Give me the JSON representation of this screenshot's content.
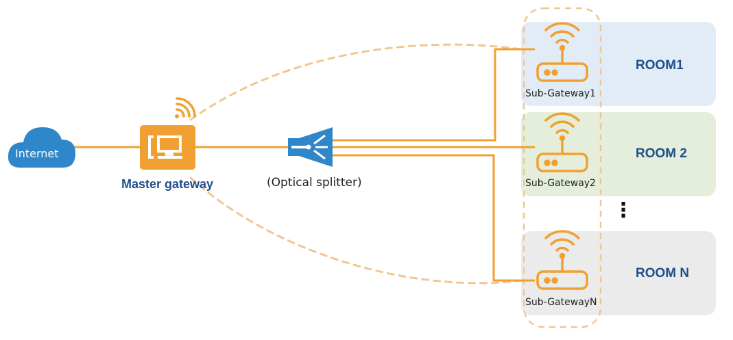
{
  "colors": {
    "orange": "#F0A030",
    "blue": "#2F86C8",
    "label_blue": "#1F4E8C",
    "room1_bg": "#E2ECF6",
    "room2_bg": "#E4EEDA",
    "roomN_bg": "#EBEBEB"
  },
  "internet": {
    "label": "Internet",
    "icon": "cloud-icon"
  },
  "master": {
    "label": "Master gateway",
    "icon": "gateway-icon"
  },
  "splitter": {
    "label": "(Optical splitter)",
    "icon": "splitter-icon"
  },
  "ellipsis": "⋮",
  "rooms": [
    {
      "label": "ROOM1",
      "sub_label": "Sub-Gateway1"
    },
    {
      "label": "ROOM 2",
      "sub_label": "Sub-Gateway2"
    },
    {
      "label": "ROOM N",
      "sub_label": "Sub-GatewayN"
    }
  ]
}
